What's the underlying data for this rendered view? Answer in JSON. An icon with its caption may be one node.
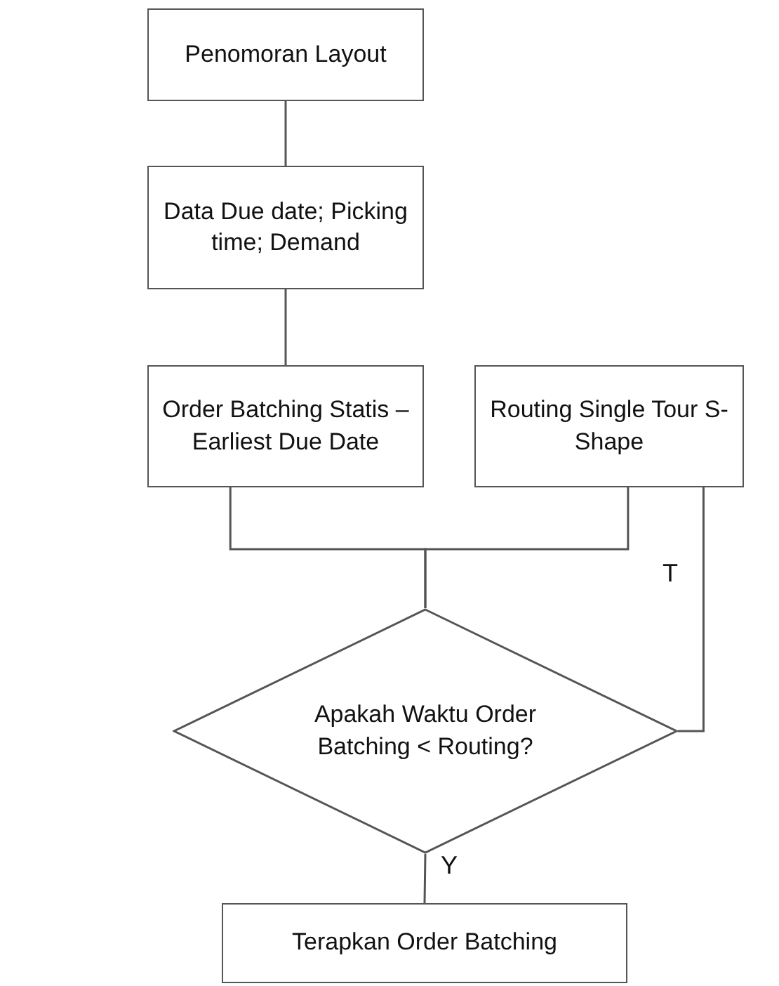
{
  "diagram": {
    "nodes": [
      {
        "text": [
          "Penomoran Layout"
        ]
      },
      {
        "text": [
          "Data Due date; Picking time; Demand"
        ]
      },
      {
        "text": [
          "Order Batching Statis – Earliest Due Date"
        ]
      },
      {
        "text": [
          "Routing Single Tour S-Shape"
        ]
      },
      {
        "text": [
          "Apakah Waktu Order Batching < Routing?"
        ]
      },
      {
        "text": [
          "Terapkan Order Batching"
        ]
      }
    ],
    "edges": [
      {
        "from": 0,
        "to": 1,
        "arrow": "none"
      },
      {
        "from": 1,
        "to": 2,
        "arrow": "none"
      },
      {
        "from": 2,
        "to": 4,
        "arrow": "none"
      },
      {
        "from": 3,
        "to": 4,
        "arrow": "none"
      },
      {
        "from": 4,
        "to": 3,
        "arrow": "none",
        "label": "T"
      },
      {
        "from": 4,
        "to": 5,
        "arrow": "none",
        "label": "Y"
      }
    ]
  }
}
